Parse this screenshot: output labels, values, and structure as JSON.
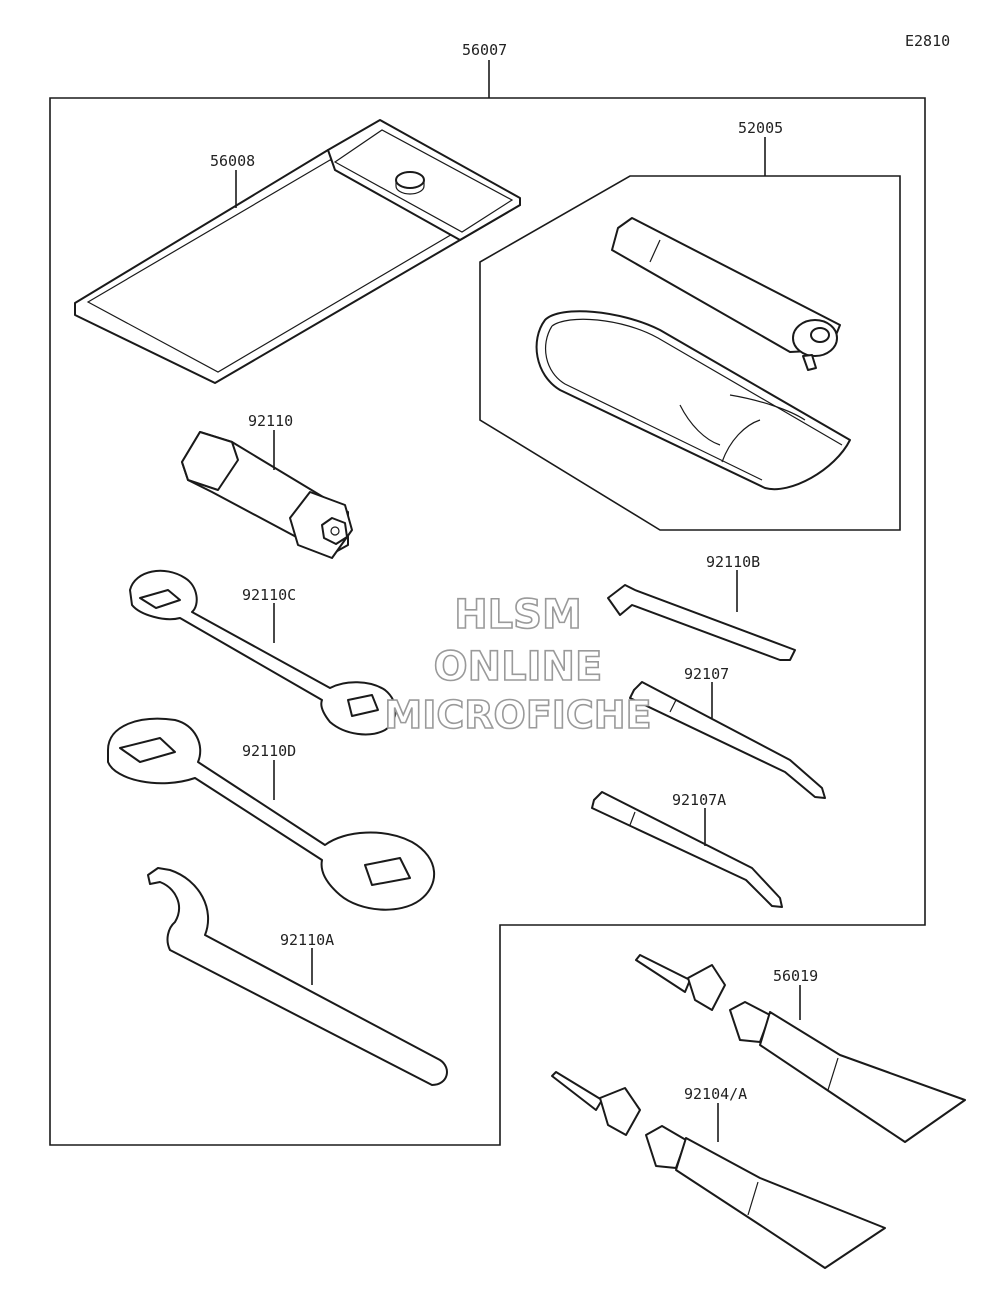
{
  "diagram_code": "E2810",
  "watermark": {
    "line1": "HLSM",
    "line2": "ONLINE",
    "line3": "MICROFICHE"
  },
  "parts": {
    "p56007": "56007",
    "p56008": "56008",
    "p52005": "52005",
    "p92110": "92110",
    "p92110B": "92110B",
    "p92110C": "92110C",
    "p92107": "92107",
    "p92110D": "92110D",
    "p92107A": "92107A",
    "p92110A": "92110A",
    "p56019": "56019",
    "p92104A": "92104/A"
  }
}
